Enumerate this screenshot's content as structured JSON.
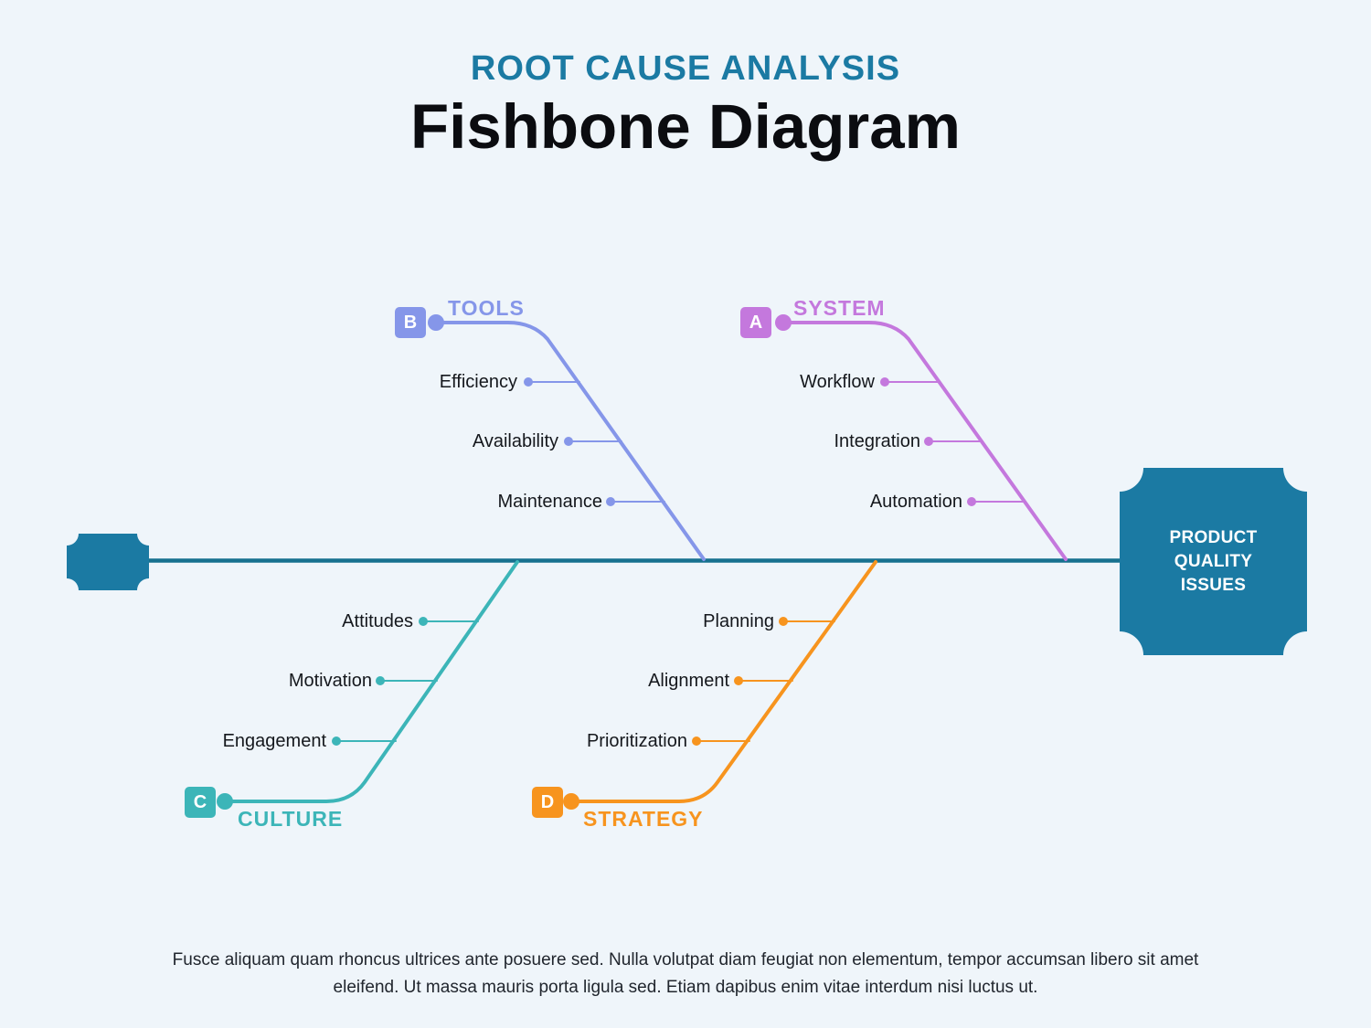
{
  "header": {
    "subtitle": "ROOT CAUSE ANALYSIS",
    "title": "Fishbone Diagram"
  },
  "effect": {
    "label": "PRODUCT QUALITY ISSUES"
  },
  "branches": [
    {
      "badge": "B",
      "label": "TOOLS",
      "position": "top-left",
      "items": [
        "Efficiency",
        "Availability",
        "Maintenance"
      ]
    },
    {
      "badge": "A",
      "label": "SYSTEM",
      "position": "top-right",
      "items": [
        "Workflow",
        "Integration",
        "Automation"
      ]
    },
    {
      "badge": "C",
      "label": "CULTURE",
      "position": "bottom-left",
      "items": [
        "Attitudes",
        "Motivation",
        "Engagement"
      ]
    },
    {
      "badge": "D",
      "label": "STRATEGY",
      "position": "bottom-right",
      "items": [
        "Planning",
        "Alignment",
        "Prioritization"
      ]
    }
  ],
  "footer": "Fusce aliquam quam rhoncus ultrices ante posuere sed. Nulla volutpat diam feugiat non elementum, tempor accumsan libero sit amet eleifend. Ut massa mauris porta ligula sed. Etiam dapibus enim vitae interdum nisi luctus ut.",
  "colors": {
    "background": "#eff5fa",
    "title": "#0b0c10",
    "subtitle": "#1b7aa3",
    "spine": "#17718f",
    "node": "#1b7aa3",
    "text": "#15181d",
    "branch_a": "#c478dd",
    "branch_b": "#8596e9",
    "branch_c": "#3cb5b8",
    "branch_d": "#f7941e"
  }
}
